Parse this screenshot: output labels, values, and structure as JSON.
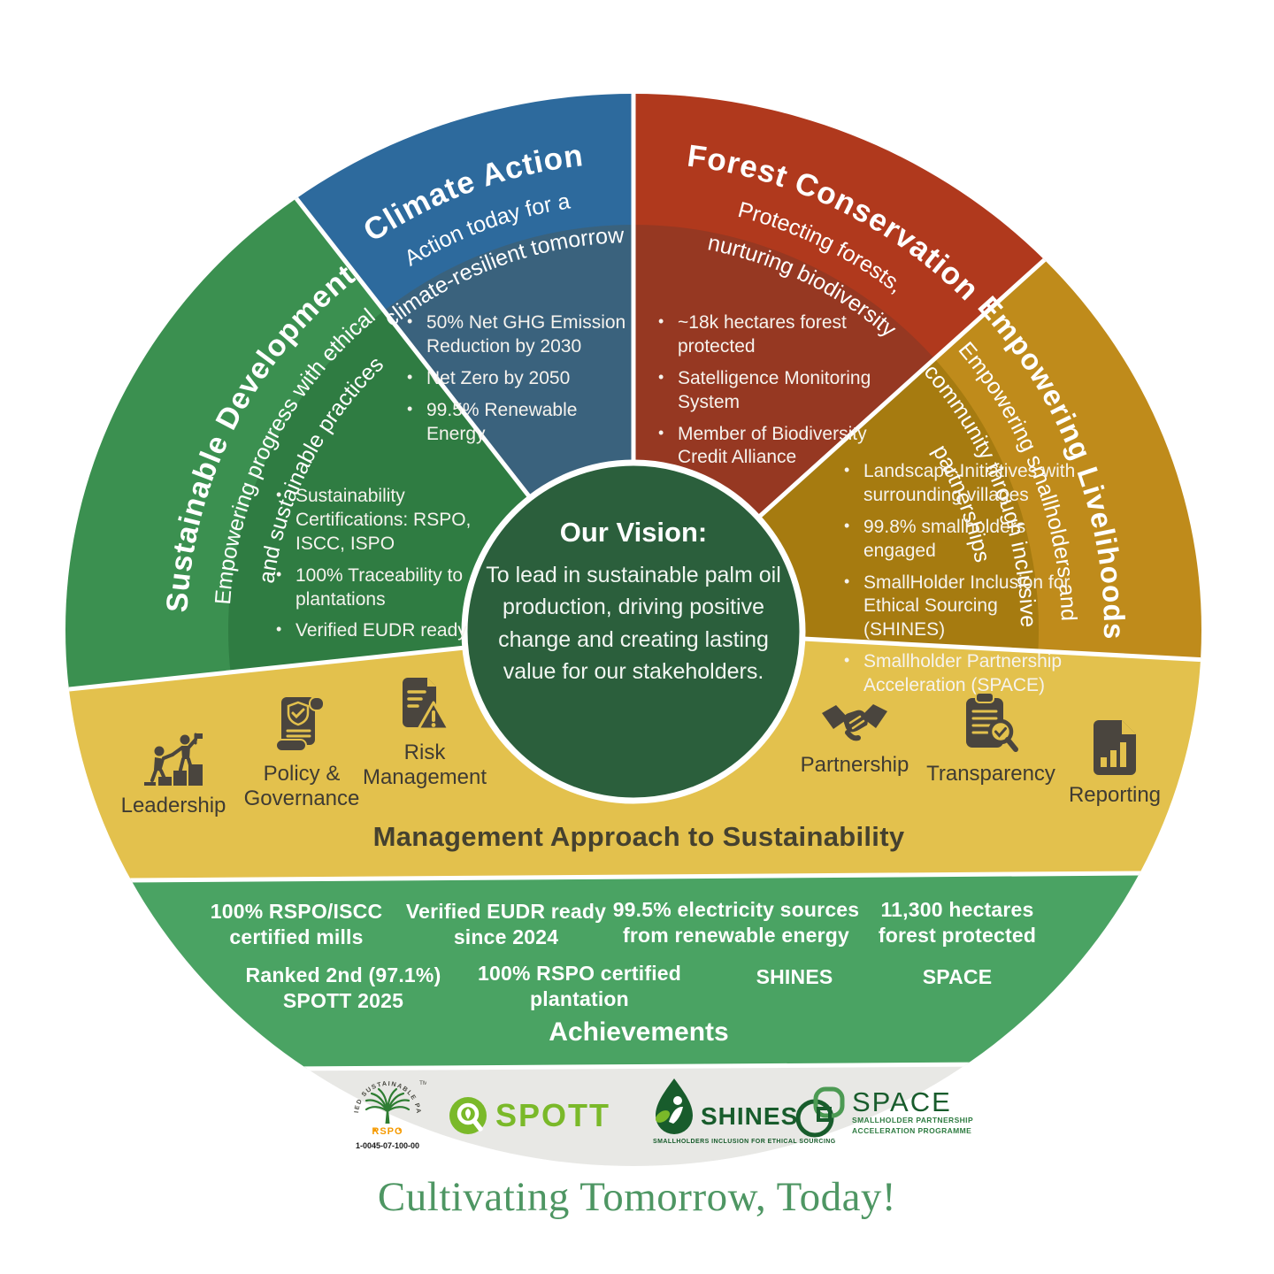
{
  "wheel": {
    "center_color": "#2B5F3C",
    "vision": {
      "heading": "Our Vision:",
      "body": "To lead in sustainable palm oil production, driving positive change and creating lasting value for our stakeholders."
    },
    "segments": [
      {
        "name": "Sustainable Development",
        "subtitle1": "Empowering progress with ethical",
        "subtitle2": "and sustainable practices",
        "bullets": [
          "Sustainability Certifications: RSPO, ISCC, ISPO",
          "100% Traceability to plantations",
          "Verified EUDR ready"
        ],
        "outer_color": "#3B9050",
        "inner_color": "#2F7C42"
      },
      {
        "name": "Climate Action",
        "subtitle1": "Action today for a",
        "subtitle2": "climate-resilient tomorrow",
        "bullets": [
          "50% Net GHG Emission Reduction by 2030",
          "Net Zero by 2050",
          "99.5% Renewable Energy"
        ],
        "outer_color": "#2D6A9D",
        "inner_color": "#3A627D"
      },
      {
        "name": "Forest Conservation",
        "subtitle1": "Protecting forests,",
        "subtitle2": "nurturing biodiversity",
        "bullets": [
          "~18k hectares forest protected",
          "Satelligence Monitoring System",
          "Member of Biodiversity Credit Alliance"
        ],
        "outer_color": "#B0391D",
        "inner_color": "#963822"
      },
      {
        "name": "Empowering Livelihoods",
        "subtitle1": "Empowering smallholders and",
        "subtitle2": "community through inclusive",
        "subtitle3": "partnerships",
        "bullets": [
          "Landscape Initiatives with surrounding villages",
          "99.8% smallholders engaged",
          "SmallHolder Inclusion for Ethical Sourcing (SHINES)",
          "Smallholder Partnership Acceleration (SPACE)"
        ],
        "outer_color": "#BF8B1B",
        "inner_color": "#A67B10"
      }
    ]
  },
  "management_band": {
    "title": "Management Approach to Sustainability",
    "color": "#E3C14D",
    "items": [
      {
        "label": "Leadership",
        "icon": "leadership-icon"
      },
      {
        "label": "Policy & Governance",
        "icon": "policy-governance-icon"
      },
      {
        "label": "Risk Management",
        "icon": "risk-management-icon"
      },
      {
        "label": "Partnership",
        "icon": "partnership-icon"
      },
      {
        "label": "Transparency",
        "icon": "transparency-icon"
      },
      {
        "label": "Reporting",
        "icon": "reporting-icon"
      }
    ]
  },
  "achievements_band": {
    "title": "Achievements",
    "color": "#4AA363",
    "row1": [
      "100% RSPO/ISCC certified mills",
      "Verified EUDR ready since 2024",
      "99.5% electricity sources from renewable energy",
      "11,300 hectares forest protected"
    ],
    "row2": [
      "Ranked 2nd (97.1%) SPOTT 2025",
      "100% RSPO certified plantation",
      "SHINES",
      "SPACE"
    ]
  },
  "logos_band": {
    "color": "#E8E8E5",
    "rspo": {
      "name": "RSPO",
      "ring_text": "CERTIFIED SUSTAINABLE PALM OIL",
      "tm": "TM",
      "code": "1-0045-07-100-00"
    },
    "spott": {
      "name": "SPOTT"
    },
    "shines": {
      "name": "SHINES",
      "tagline": "SMALLHOLDERS INCLUSION FOR ETHICAL SOURCING"
    },
    "space": {
      "name": "SPACE",
      "tagline1": "SMALLHOLDER PARTNERSHIP",
      "tagline2": "ACCELERATION PROGRAMME"
    }
  },
  "tagline": "Cultivating Tomorrow, Today!",
  "tagline_color": "#4E9663"
}
